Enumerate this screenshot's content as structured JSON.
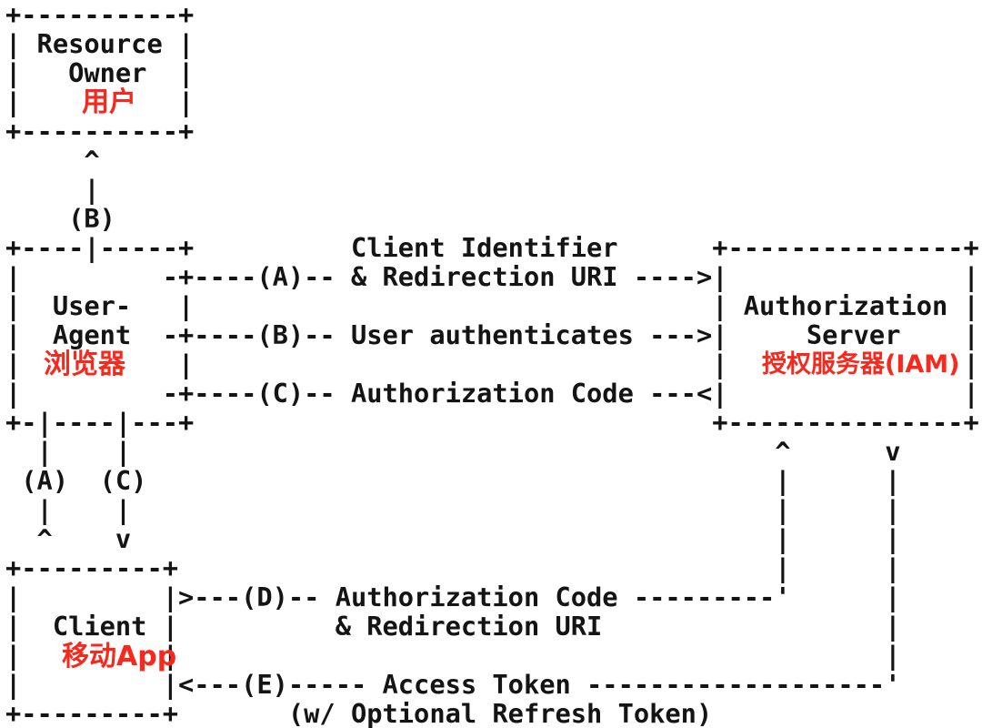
{
  "colors": {
    "background": "#ffffff",
    "ink": "#141414",
    "annotation_red": "#f8281c"
  },
  "diagram": {
    "ascii_art": "+----------+\n| Resource |\n|   Owner  |\n|          |\n+----------+\n     ^\n     |\n    (B)\n+----|-----+          Client Identifier      +---------------+\n|         -+----(A)-- & Redirection URI ---->|               |\n|  User-   |                                 | Authorization |\n|  Agent  -+----(B)-- User authenticates --->|     Server    |\n|          |                                 |               |\n|         -+----(C)-- Authorization Code ---<|               |\n+-|----|---+                                 +---------------+\n  |    |                                         ^      v\n (A)  (C)                                        |      |\n  |    |                                         |      |\n  ^    v                                         |      |\n+---------+                                      |      |\n|         |>---(D)-- Authorization Code ---------'      |\n|  Client |          & Redirection URI                  |\n|         |                                             |\n|         |<---(E)----- Access Token -------------------'\n+---------+       (w/ Optional Refresh Token)",
    "annotations": {
      "resource_owner": "用户",
      "user_agent": "浏览器",
      "auth_server": "授权服务器(IAM)",
      "client": "移动App"
    },
    "actors": [
      {
        "name": "Resource Owner",
        "annotation": "用户"
      },
      {
        "name": "User-Agent",
        "annotation": "浏览器"
      },
      {
        "name": "Authorization Server",
        "annotation": "授权服务器(IAM)"
      },
      {
        "name": "Client",
        "annotation": "移动App"
      }
    ],
    "steps": [
      {
        "label": "(A)",
        "text": "Client Identifier & Redirection URI"
      },
      {
        "label": "(B)",
        "text": "User authenticates"
      },
      {
        "label": "(C)",
        "text": "Authorization Code"
      },
      {
        "label": "(D)",
        "text": "Authorization Code & Redirection URI"
      },
      {
        "label": "(E)",
        "text": "Access Token (w/ Optional Refresh Token)"
      }
    ]
  }
}
